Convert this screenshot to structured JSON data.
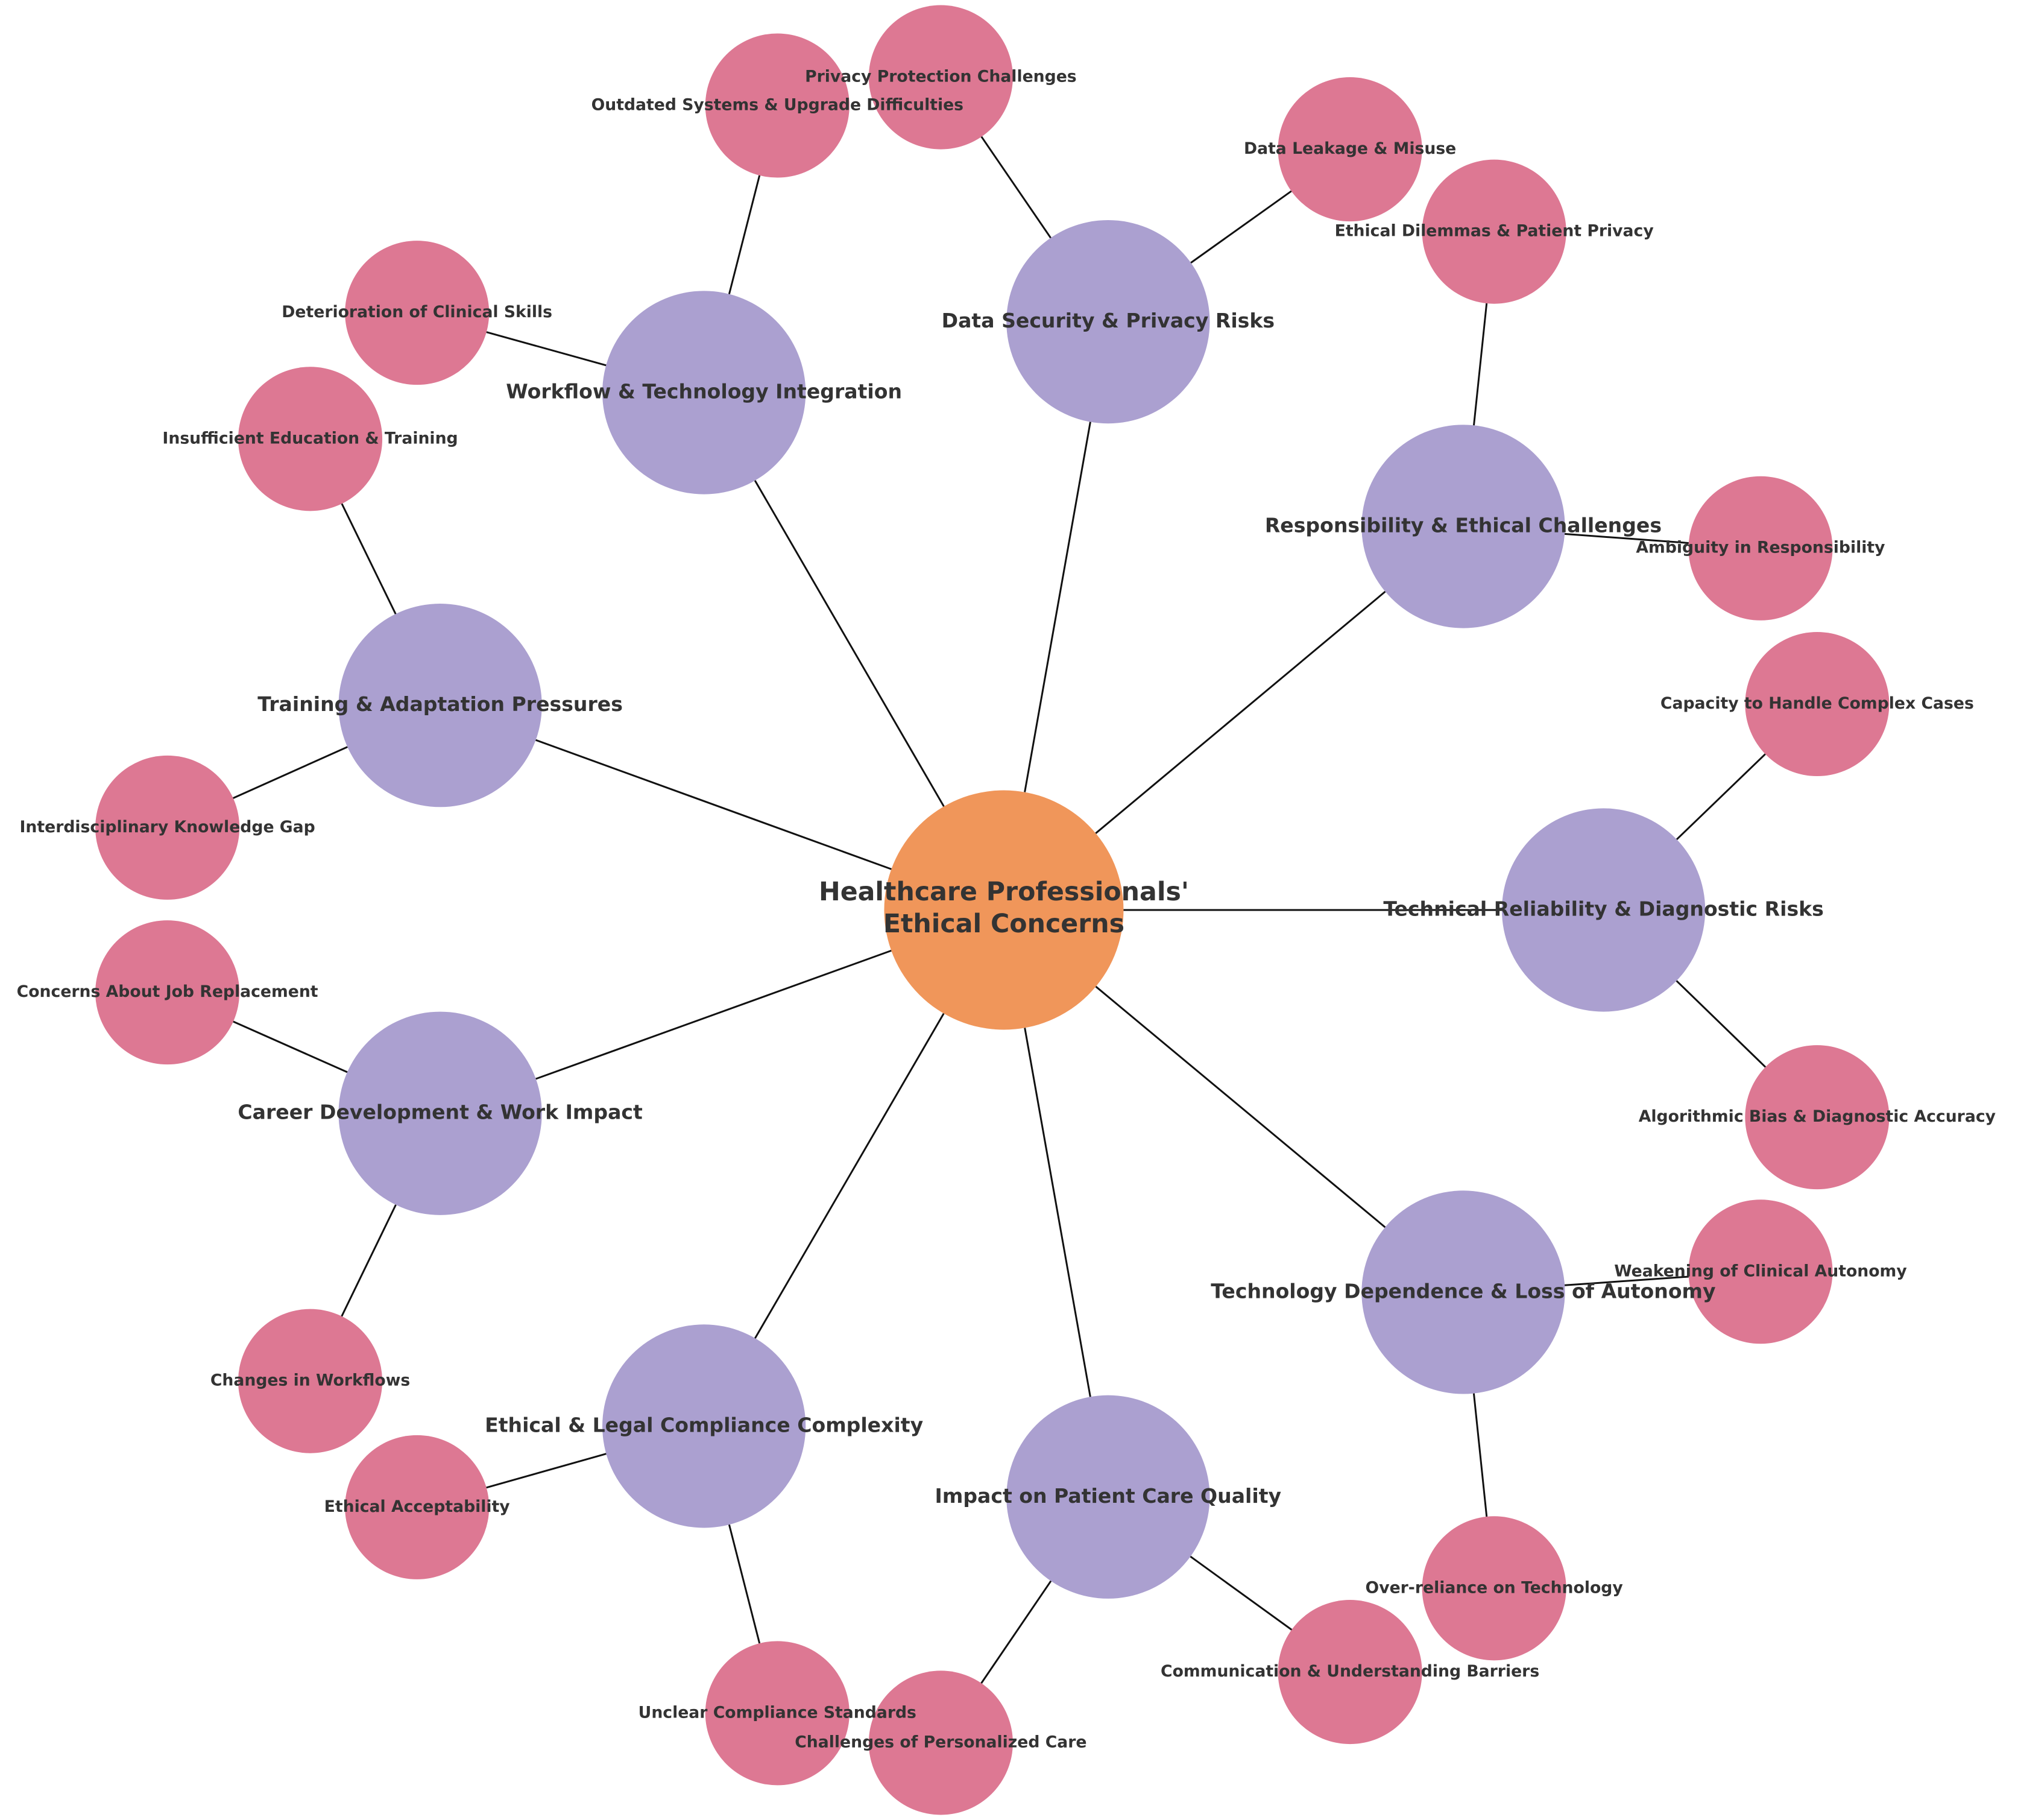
{
  "colors": {
    "center": "#F0965A",
    "category": "#ABA0D0",
    "leaf": "#DD7893",
    "edge": "#111111",
    "text": "#333333"
  },
  "center": {
    "id": "c",
    "label_lines": [
      "Healthcare Professionals'",
      "Ethical Concerns"
    ]
  },
  "categories": [
    {
      "id": "ds",
      "label": "Data Security & Privacy Risks"
    },
    {
      "id": "wf",
      "label": "Workflow & Technology Integration"
    },
    {
      "id": "re",
      "label": "Responsibility & Ethical Challenges"
    },
    {
      "id": "tr",
      "label": "Training & Adaptation Pressures"
    },
    {
      "id": "te",
      "label": "Technical Reliability & Diagnostic Risks"
    },
    {
      "id": "cd",
      "label": "Career Development & Work Impact"
    },
    {
      "id": "td",
      "label": "Technology Dependence & Loss of Autonomy"
    },
    {
      "id": "el",
      "label": "Ethical & Legal Compliance Complexity"
    },
    {
      "id": "pc",
      "label": "Impact on Patient Care Quality"
    }
  ],
  "leaves": [
    {
      "id": "l1",
      "parent": "ds",
      "label": "Privacy Protection Challenges"
    },
    {
      "id": "l2",
      "parent": "ds",
      "label": "Data Leakage & Misuse"
    },
    {
      "id": "l3",
      "parent": "wf",
      "label": "Outdated Systems & Upgrade Difficulties"
    },
    {
      "id": "l4",
      "parent": "wf",
      "label": "Deterioration of Clinical Skills"
    },
    {
      "id": "l5",
      "parent": "re",
      "label": "Ethical Dilemmas & Patient Privacy"
    },
    {
      "id": "l6",
      "parent": "re",
      "label": "Ambiguity in Responsibility"
    },
    {
      "id": "l7",
      "parent": "tr",
      "label": "Insufficient Education & Training"
    },
    {
      "id": "l8",
      "parent": "tr",
      "label": "Interdisciplinary Knowledge Gap"
    },
    {
      "id": "l9",
      "parent": "te",
      "label": "Capacity to Handle Complex Cases"
    },
    {
      "id": "l10",
      "parent": "te",
      "label": "Algorithmic Bias & Diagnostic Accuracy"
    },
    {
      "id": "l11",
      "parent": "cd",
      "label": "Concerns About Job Replacement"
    },
    {
      "id": "l12",
      "parent": "cd",
      "label": "Changes in Workflows"
    },
    {
      "id": "l13",
      "parent": "td",
      "label": "Weakening of Clinical Autonomy"
    },
    {
      "id": "l14",
      "parent": "td",
      "label": "Over-reliance on Technology"
    },
    {
      "id": "l15",
      "parent": "el",
      "label": "Ethical Acceptability"
    },
    {
      "id": "l16",
      "parent": "el",
      "label": "Unclear Compliance Standards"
    },
    {
      "id": "l17",
      "parent": "pc",
      "label": "Challenges of Personalized Care"
    },
    {
      "id": "l18",
      "parent": "pc",
      "label": "Communication & Understanding Barriers"
    }
  ]
}
